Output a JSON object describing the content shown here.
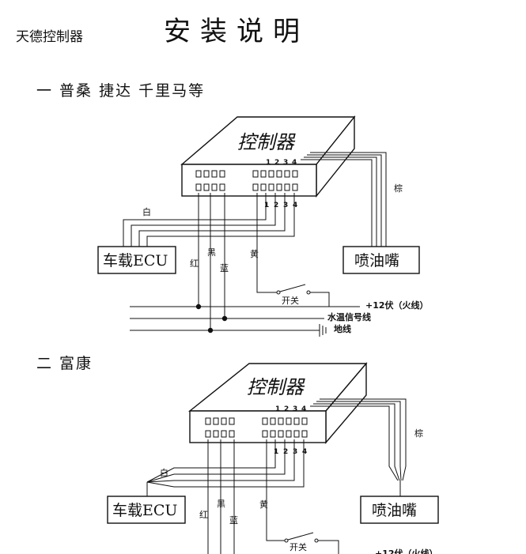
{
  "header": {
    "brand": "天德控制器",
    "title": "安装说明"
  },
  "sections": [
    {
      "heading": "一  普桑  捷达  千里马等"
    },
    {
      "heading": "二  富康"
    }
  ],
  "diagram_labels": {
    "controller": "控制器",
    "ecu": "车载ECU",
    "injector": "喷油嘴",
    "pin_1": "1",
    "pin_2": "2",
    "pin_3": "3",
    "pin_4": "4",
    "wire_white": "白",
    "wire_red": "红",
    "wire_black": "黑",
    "wire_blue": "蓝",
    "wire_yellow": "黄",
    "wire_brown": "棕",
    "switch": "开关",
    "power_line": "+12伏（火线）",
    "temp_line": "水温信号线",
    "ground_line": "地线"
  }
}
